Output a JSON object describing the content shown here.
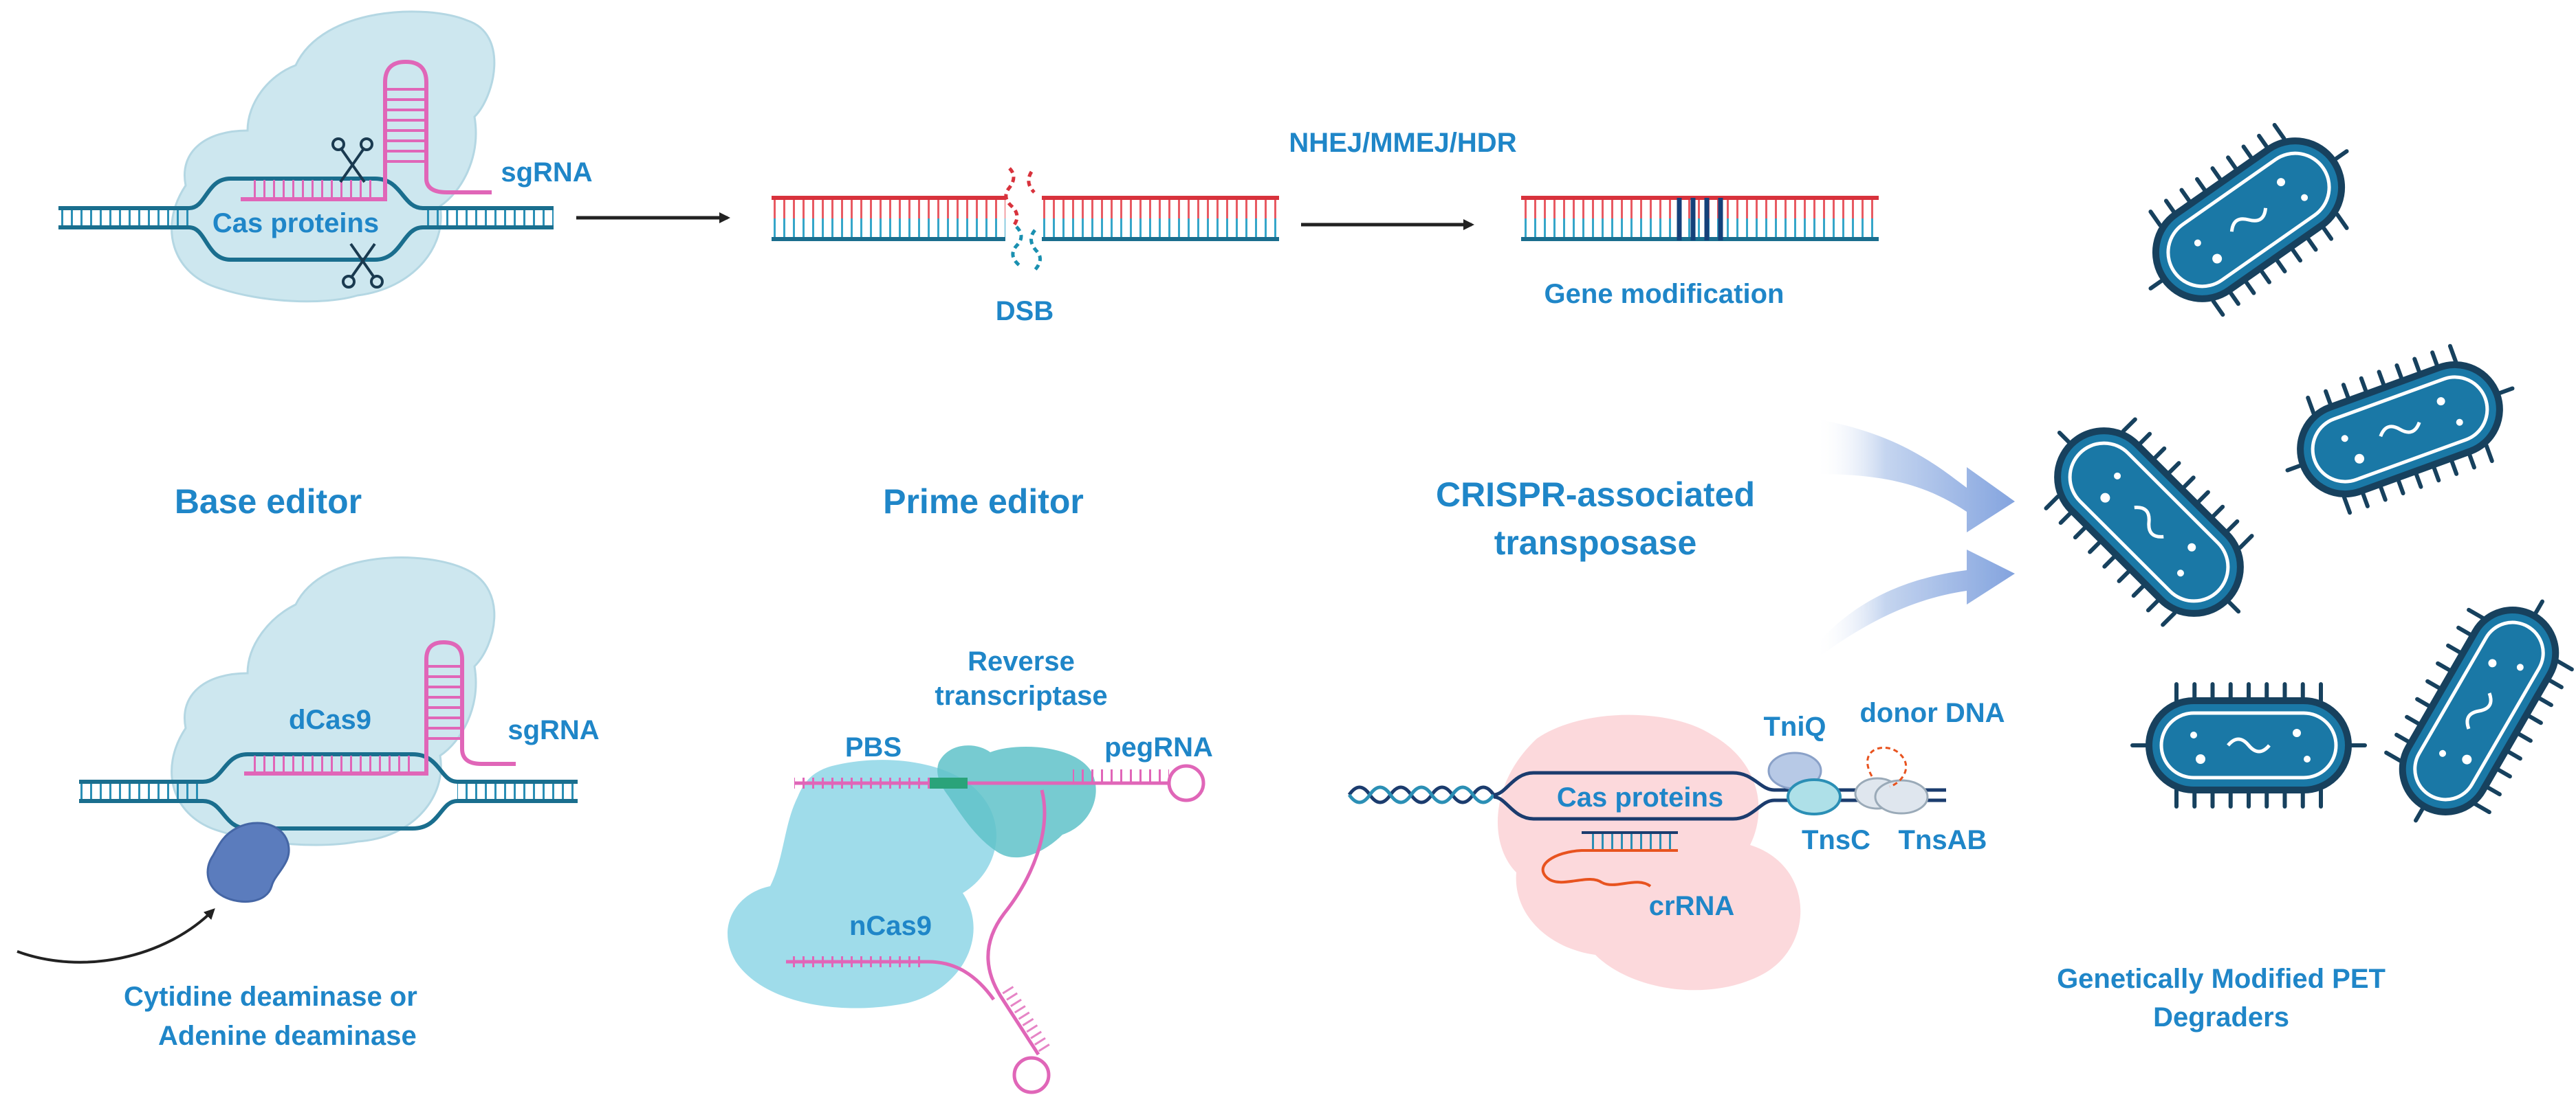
{
  "colors": {
    "label_blue": "#1f86c8",
    "dna_teal": "#1a6e8e",
    "dna_red": "#d8323c",
    "rna_pink": "#e066b8",
    "protein_bubble": "#cde7ef",
    "bacteria_fill": "#1a78a6",
    "bacteria_outline": "#17415e",
    "cast_bubble": "#fbd2d6"
  },
  "labels": {
    "nhej": "NHEJ/MMEJ/HDR",
    "sgrna_top": "sgRNA",
    "cas_proteins_top": "Cas proteins",
    "dsb": "DSB",
    "gene_modification": "Gene modification",
    "base_editor": "Base editor",
    "prime_editor": "Prime editor",
    "cast_line1": "CRISPR-associated",
    "cast_line2": "transposase",
    "dcas9": "dCas9",
    "sgrna_bottom": "sgRNA",
    "deaminase_line1": "Cytidine deaminase or",
    "deaminase_line2": "Adenine deaminase",
    "rt_line1": "Reverse",
    "rt_line2": "transcriptase",
    "pbs": "PBS",
    "pegrna": "pegRNA",
    "ncas9": "nCas9",
    "tniq": "TniQ",
    "donor_dna": "donor DNA",
    "cas_proteins_cast": "Cas proteins",
    "tnsc": "TnsC",
    "tnsab": "TnsAB",
    "crrna": "crRNA",
    "pet_line1": "Genetically Modified PET",
    "pet_line2": "Degraders"
  },
  "icons": [
    "scissors-icon",
    "bacterium-icon",
    "arrow-right-icon",
    "curved-arrow-icon"
  ]
}
